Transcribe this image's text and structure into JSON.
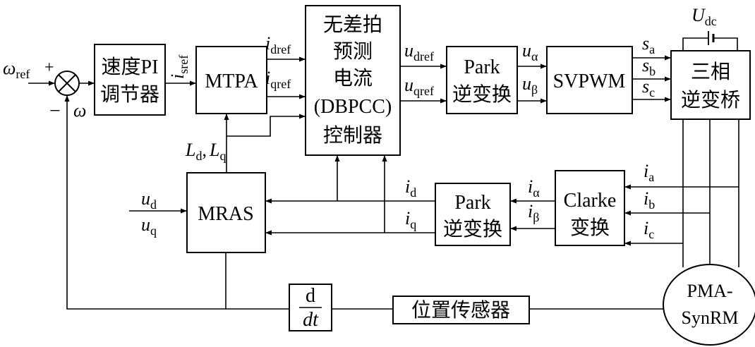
{
  "blocks": {
    "speed_pi": [
      "速度PI",
      "调节器"
    ],
    "mtpa": "MTPA",
    "dbpcc": [
      "无差拍",
      "预测",
      "电流",
      "(DBPCC)",
      "控制器"
    ],
    "park_inv_top": [
      "Park",
      "逆变换"
    ],
    "svpwm": "SVPWM",
    "inverter": [
      "三相",
      "逆变桥"
    ],
    "mras": "MRAS",
    "park_inv_bottom": [
      "Park",
      "逆变换"
    ],
    "clarke": [
      "Clarke",
      "变换"
    ],
    "derivative": {
      "num": "d",
      "den": "dt"
    },
    "position_sensor": "位置传感器",
    "motor": [
      "PMA-",
      "SynRM"
    ]
  },
  "signals": {
    "omega_ref": {
      "sym": "ω",
      "sub": "ref"
    },
    "plus_sign": "+",
    "minus_sign": "−",
    "omega": "ω",
    "i_sref": {
      "sym": "i",
      "sub": "sref"
    },
    "i_dref": {
      "sym": "i",
      "sub": "dref"
    },
    "i_qref": {
      "sym": "i",
      "sub": "qref"
    },
    "u_dref": {
      "sym": "u",
      "sub": "dref"
    },
    "u_qref": {
      "sym": "u",
      "sub": "qref"
    },
    "u_alpha": {
      "sym": "u",
      "sub": "α"
    },
    "u_beta": {
      "sym": "u",
      "sub": "β"
    },
    "s_a": {
      "sym": "s",
      "sub": "a"
    },
    "s_b": {
      "sym": "s",
      "sub": "b"
    },
    "s_c": {
      "sym": "s",
      "sub": "c"
    },
    "u_dc": {
      "sym": "U",
      "sub": "dc"
    },
    "i_a": {
      "sym": "i",
      "sub": "a"
    },
    "i_b": {
      "sym": "i",
      "sub": "b"
    },
    "i_c": {
      "sym": "i",
      "sub": "c"
    },
    "i_alpha": {
      "sym": "i",
      "sub": "α"
    },
    "i_beta": {
      "sym": "i",
      "sub": "β"
    },
    "i_d": {
      "sym": "i",
      "sub": "d"
    },
    "i_q": {
      "sym": "i",
      "sub": "q"
    },
    "u_d": {
      "sym": "u",
      "sub": "d"
    },
    "u_q": {
      "sym": "u",
      "sub": "q"
    },
    "L_d": {
      "sym": "L",
      "sub": "d"
    },
    "L_sep": ",",
    "L_q": {
      "sym": "L",
      "sub": "q"
    }
  }
}
